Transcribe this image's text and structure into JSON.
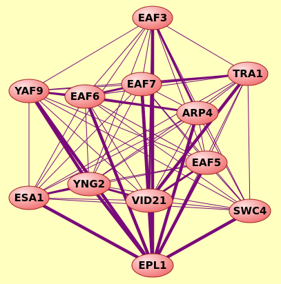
{
  "diagram": {
    "background": "#ffffc0",
    "edge_color": "#7a0a7a",
    "node_fill_light": "#ffe0e0",
    "node_fill_dark": "#f06b6b",
    "node_stroke": "#a02020",
    "nodes": [
      {
        "id": "EAF3",
        "label": "EAF3"
      },
      {
        "id": "TRA1",
        "label": "TRA1"
      },
      {
        "id": "YAF9",
        "label": "YAF9"
      },
      {
        "id": "EAF7",
        "label": "EAF7"
      },
      {
        "id": "EAF6",
        "label": "EAF6"
      },
      {
        "id": "ARP4",
        "label": "ARP4"
      },
      {
        "id": "EAF5",
        "label": "EAF5"
      },
      {
        "id": "YNG2",
        "label": "YNG2"
      },
      {
        "id": "ESA1",
        "label": "ESA1"
      },
      {
        "id": "VID21",
        "label": "VID21"
      },
      {
        "id": "SWC4",
        "label": "SWC4"
      },
      {
        "id": "EPL1",
        "label": "EPL1"
      }
    ],
    "edges": [
      {
        "a": "EAF3",
        "b": "EPL1",
        "weight": "thick"
      },
      {
        "a": "EAF7",
        "b": "EPL1",
        "weight": "thick"
      },
      {
        "a": "EAF6",
        "b": "EPL1",
        "weight": "thick"
      },
      {
        "a": "YAF9",
        "b": "EPL1",
        "weight": "thick"
      },
      {
        "a": "ARP4",
        "b": "EPL1",
        "weight": "thick"
      },
      {
        "a": "EAF5",
        "b": "EPL1",
        "weight": "thick"
      },
      {
        "a": "YNG2",
        "b": "EPL1",
        "weight": "thick"
      },
      {
        "a": "ESA1",
        "b": "EPL1",
        "weight": "thick"
      },
      {
        "a": "VID21",
        "b": "EPL1",
        "weight": "thick"
      },
      {
        "a": "SWC4",
        "b": "EPL1",
        "weight": "thick"
      },
      {
        "a": "TRA1",
        "b": "VID21",
        "weight": "thick"
      },
      {
        "a": "YAF9",
        "b": "YNG2",
        "weight": "thick"
      },
      {
        "a": "EAF7",
        "b": "VID21",
        "weight": "thick"
      },
      {
        "a": "EAF3",
        "b": "VID21",
        "weight": "medium"
      },
      {
        "a": "EAF3",
        "b": "ARP4",
        "weight": "medium"
      },
      {
        "a": "EAF6",
        "b": "EAF7",
        "weight": "medium"
      },
      {
        "a": "EAF7",
        "b": "TRA1",
        "weight": "medium"
      },
      {
        "a": "EAF6",
        "b": "ARP4",
        "weight": "medium"
      },
      {
        "a": "YAF9",
        "b": "EAF6",
        "weight": "medium"
      },
      {
        "a": "ESA1",
        "b": "YNG2",
        "weight": "medium"
      },
      {
        "a": "VID21",
        "b": "EAF5",
        "weight": "medium"
      },
      {
        "a": "YNG2",
        "b": "VID21",
        "weight": "medium"
      },
      {
        "a": "EAF3",
        "b": "YAF9",
        "weight": "thin"
      },
      {
        "a": "EAF3",
        "b": "TRA1",
        "weight": "thin"
      },
      {
        "a": "EAF3",
        "b": "EAF6",
        "weight": "thin"
      },
      {
        "a": "EAF3",
        "b": "EAF7",
        "weight": "thin"
      },
      {
        "a": "EAF3",
        "b": "EAF5",
        "weight": "thin"
      },
      {
        "a": "EAF3",
        "b": "YNG2",
        "weight": "thin"
      },
      {
        "a": "EAF3",
        "b": "ESA1",
        "weight": "thin"
      },
      {
        "a": "EAF3",
        "b": "SWC4",
        "weight": "thin"
      },
      {
        "a": "TRA1",
        "b": "YAF9",
        "weight": "thin"
      },
      {
        "a": "TRA1",
        "b": "EAF6",
        "weight": "thin"
      },
      {
        "a": "TRA1",
        "b": "ARP4",
        "weight": "thin"
      },
      {
        "a": "TRA1",
        "b": "EAF5",
        "weight": "thin"
      },
      {
        "a": "TRA1",
        "b": "YNG2",
        "weight": "thin"
      },
      {
        "a": "TRA1",
        "b": "ESA1",
        "weight": "thin"
      },
      {
        "a": "TRA1",
        "b": "SWC4",
        "weight": "thin"
      },
      {
        "a": "TRA1",
        "b": "EPL1",
        "weight": "thin"
      },
      {
        "a": "YAF9",
        "b": "EAF7",
        "weight": "thin"
      },
      {
        "a": "YAF9",
        "b": "ARP4",
        "weight": "thin"
      },
      {
        "a": "YAF9",
        "b": "EAF5",
        "weight": "thin"
      },
      {
        "a": "YAF9",
        "b": "ESA1",
        "weight": "thin"
      },
      {
        "a": "YAF9",
        "b": "VID21",
        "weight": "thin"
      },
      {
        "a": "YAF9",
        "b": "SWC4",
        "weight": "thin"
      },
      {
        "a": "EAF6",
        "b": "EAF5",
        "weight": "thin"
      },
      {
        "a": "EAF6",
        "b": "YNG2",
        "weight": "thin"
      },
      {
        "a": "EAF6",
        "b": "ESA1",
        "weight": "thin"
      },
      {
        "a": "EAF6",
        "b": "VID21",
        "weight": "thin"
      },
      {
        "a": "EAF6",
        "b": "SWC4",
        "weight": "thin"
      },
      {
        "a": "EAF7",
        "b": "ARP4",
        "weight": "thin"
      },
      {
        "a": "EAF7",
        "b": "EAF5",
        "weight": "thin"
      },
      {
        "a": "EAF7",
        "b": "YNG2",
        "weight": "thin"
      },
      {
        "a": "EAF7",
        "b": "ESA1",
        "weight": "thin"
      },
      {
        "a": "EAF7",
        "b": "SWC4",
        "weight": "thin"
      },
      {
        "a": "ARP4",
        "b": "EAF5",
        "weight": "thin"
      },
      {
        "a": "ARP4",
        "b": "YNG2",
        "weight": "thin"
      },
      {
        "a": "ARP4",
        "b": "ESA1",
        "weight": "thin"
      },
      {
        "a": "ARP4",
        "b": "VID21",
        "weight": "thin"
      },
      {
        "a": "ARP4",
        "b": "SWC4",
        "weight": "thin"
      },
      {
        "a": "EAF5",
        "b": "YNG2",
        "weight": "thin"
      },
      {
        "a": "EAF5",
        "b": "ESA1",
        "weight": "thin"
      },
      {
        "a": "EAF5",
        "b": "SWC4",
        "weight": "thin"
      },
      {
        "a": "YNG2",
        "b": "SWC4",
        "weight": "thin"
      },
      {
        "a": "ESA1",
        "b": "VID21",
        "weight": "thin"
      },
      {
        "a": "ESA1",
        "b": "SWC4",
        "weight": "thin"
      },
      {
        "a": "VID21",
        "b": "SWC4",
        "weight": "thin"
      }
    ]
  }
}
